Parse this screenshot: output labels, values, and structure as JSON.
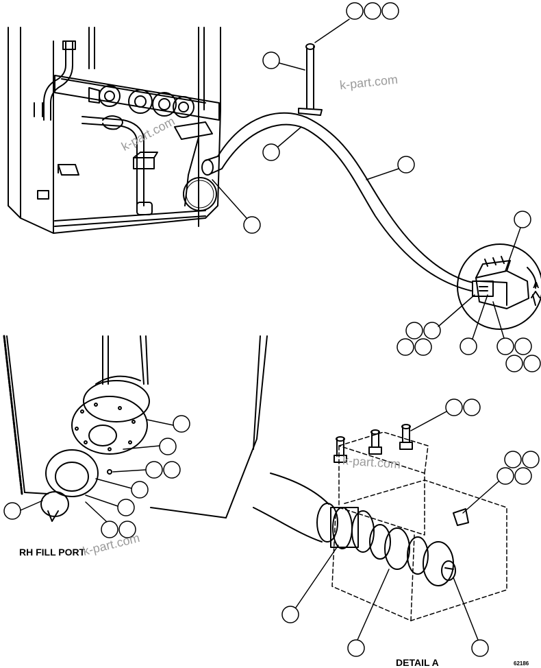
{
  "watermark": "k-part.com",
  "labels": {
    "rh_fill_port": "RH FILL PORT",
    "detail_a": "DETAIL A",
    "view_arrow_a": "A",
    "figure_number": "62186"
  }
}
